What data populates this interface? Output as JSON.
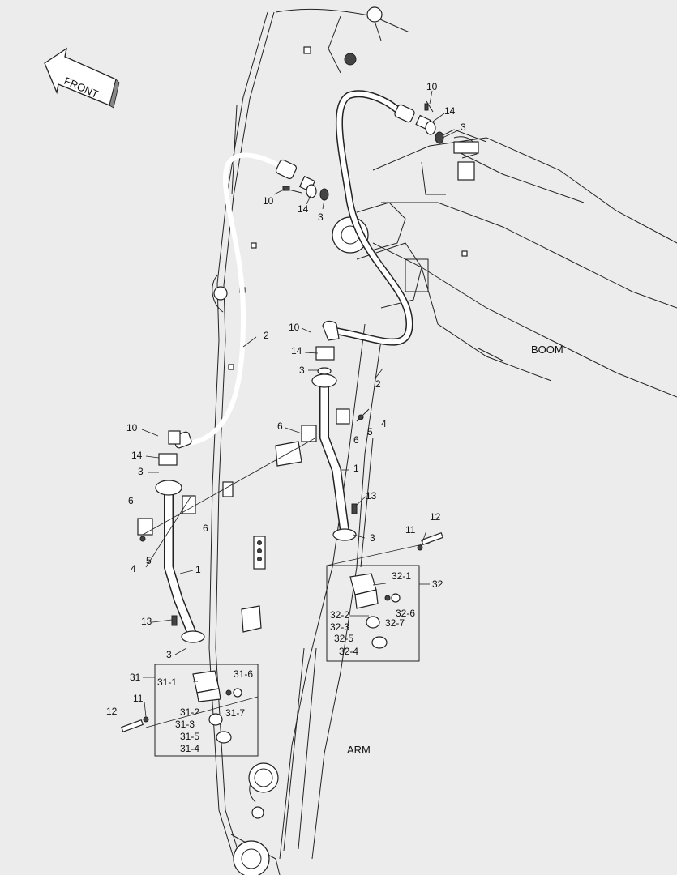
{
  "direction_arrow": "FRONT",
  "section_labels": {
    "boom": "BOOM",
    "arm": "ARM"
  },
  "callouts": {
    "c10a": "10",
    "c14a": "14",
    "c3a": "3",
    "c10b": "10",
    "c14b": "14",
    "c3b": "3",
    "c2a": "2",
    "c2b": "2",
    "c10c": "10",
    "c14c": "14",
    "c3c": "3",
    "c10d": "10",
    "c14d": "14",
    "c3d": "3",
    "c6a": "6",
    "c6b": "6",
    "c5a": "5",
    "c4a": "4",
    "c1a": "1",
    "c13a": "13",
    "c3e": "3",
    "c6c": "6",
    "c6d": "6",
    "c5b": "5",
    "c4b": "4",
    "c1b": "1",
    "c13b": "13",
    "c3f": "3",
    "c11a": "11",
    "c12a": "12",
    "c11b": "11",
    "c12b": "12",
    "c32": "32",
    "c32_1": "32-1",
    "c32_2": "32-2",
    "c32_3": "32-3",
    "c32_5": "32-5",
    "c32_4": "32-4",
    "c32_6": "32-6",
    "c32_7": "32-7",
    "c31": "31",
    "c31_1": "31-1",
    "c31_6": "31-6",
    "c31_2": "31-2",
    "c31_7": "31-7",
    "c31_3": "31-3",
    "c31_5": "31-5",
    "c31_4": "31-4"
  }
}
